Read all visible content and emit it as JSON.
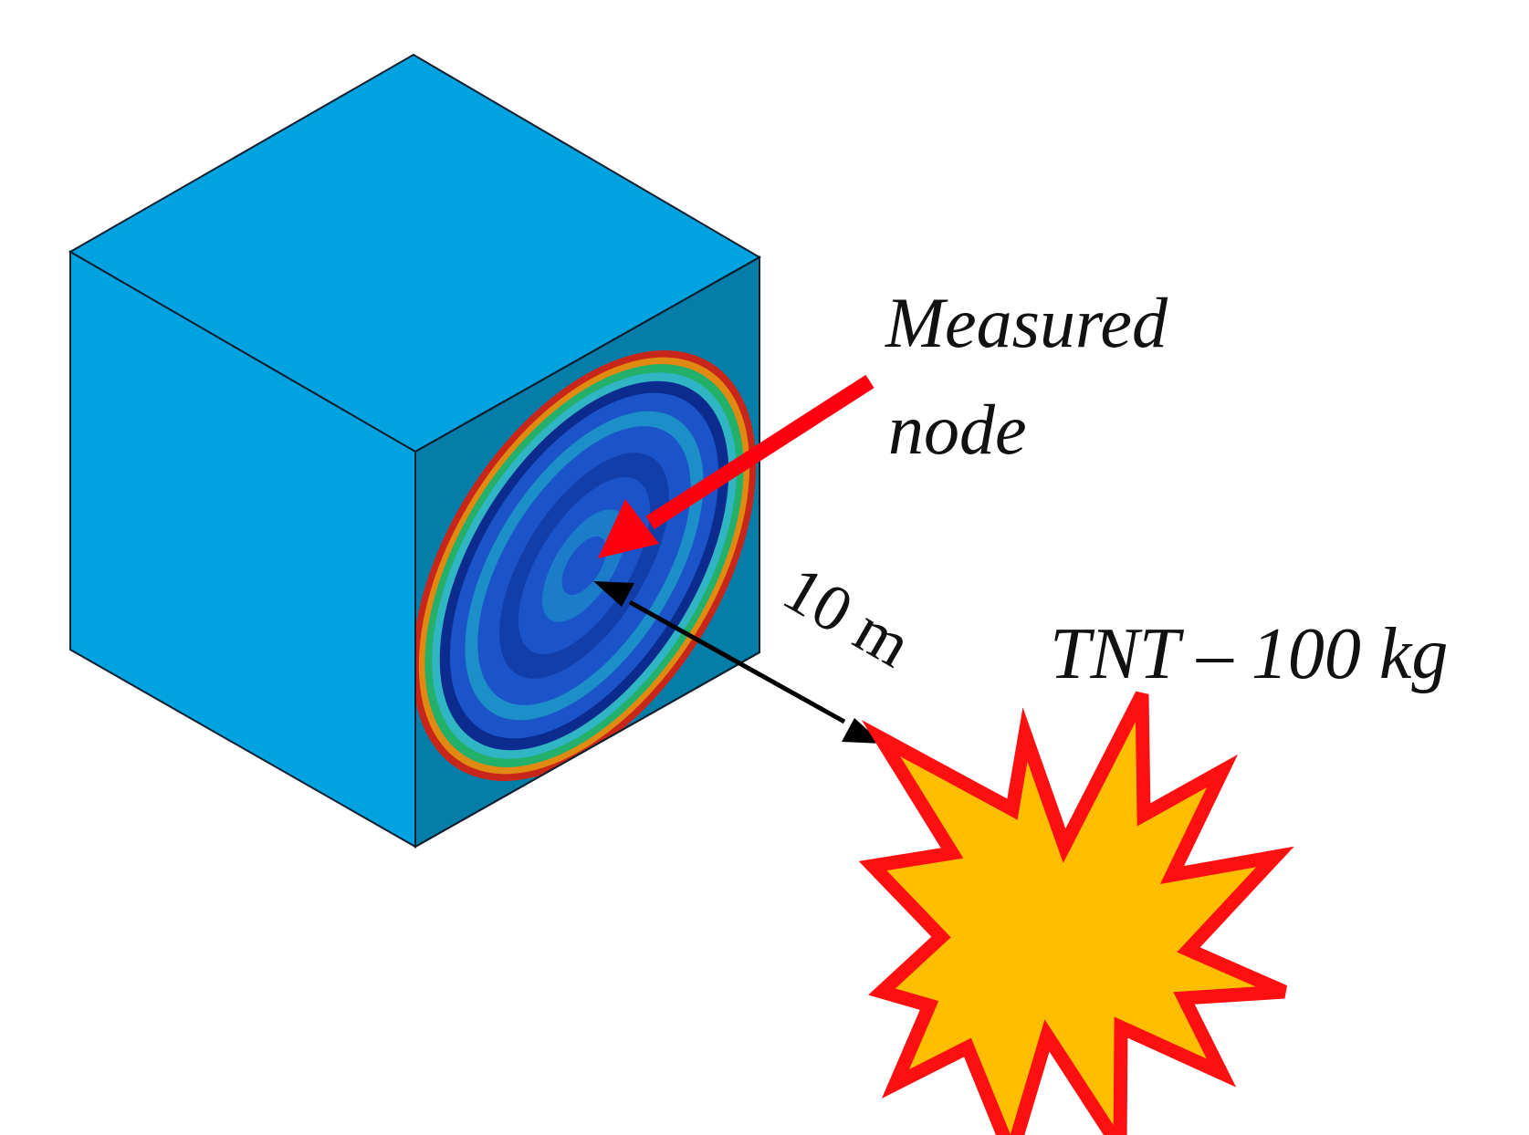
{
  "diagram": {
    "measured_node_label": [
      "Measured",
      "node"
    ],
    "distance_label": "10 m",
    "charge_label": "TNT – 100 kg"
  },
  "colors": {
    "cube_front": "#00a2e0",
    "cube_top": "#00a2e0",
    "cube_right": "#047ea8",
    "edge": "#0b1f2e",
    "arrow_red": "#ff0010",
    "arrow_black": "#000000",
    "burst_fill": "#ffbf00",
    "burst_stroke": "#ff1010",
    "contour_red": "#c8261a",
    "contour_orange": "#e08a12",
    "contour_green": "#22b06a",
    "contour_light": "#2fb5c4",
    "contour_navy": "#0c2b8f",
    "contour_blue": "#1a54c8",
    "contour_mid": "#1c8fc9"
  },
  "icons": {
    "cube": "cube-model",
    "explosion": "explosion-burst-icon"
  }
}
